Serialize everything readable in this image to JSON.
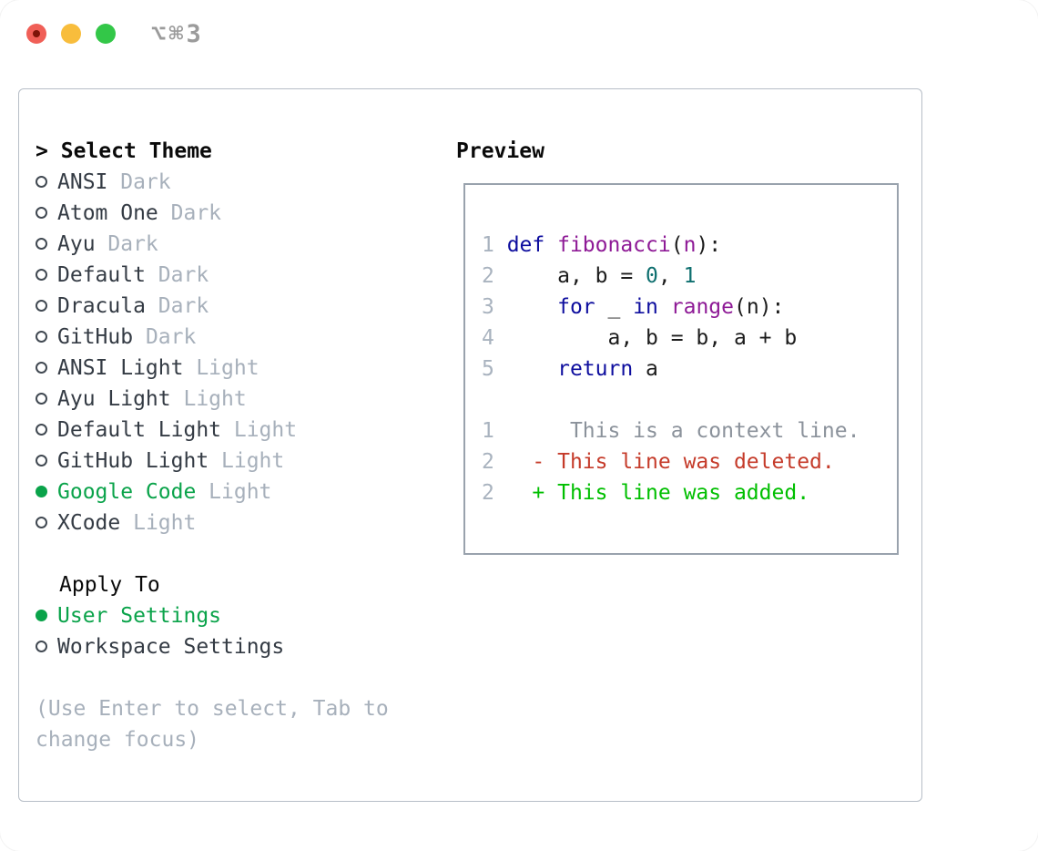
{
  "window": {
    "title": "⌥⌘3"
  },
  "theme_section": {
    "header_prompt": ">",
    "header": "Select Theme",
    "items": [
      {
        "name": "ANSI",
        "tag": "Dark",
        "selected": false
      },
      {
        "name": "Atom One",
        "tag": "Dark",
        "selected": false
      },
      {
        "name": "Ayu",
        "tag": "Dark",
        "selected": false
      },
      {
        "name": "Default",
        "tag": "Dark",
        "selected": false
      },
      {
        "name": "Dracula",
        "tag": "Dark",
        "selected": false
      },
      {
        "name": "GitHub",
        "tag": "Dark",
        "selected": false
      },
      {
        "name": "ANSI Light",
        "tag": "Light",
        "selected": false
      },
      {
        "name": "Ayu Light",
        "tag": "Light",
        "selected": false
      },
      {
        "name": "Default Light",
        "tag": "Light",
        "selected": false
      },
      {
        "name": "GitHub Light",
        "tag": "Light",
        "selected": false
      },
      {
        "name": "Google Code",
        "tag": "Light",
        "selected": true
      },
      {
        "name": "XCode",
        "tag": "Light",
        "selected": false
      }
    ]
  },
  "apply_section": {
    "header": "Apply To",
    "items": [
      {
        "name": "User Settings",
        "selected": true
      },
      {
        "name": "Workspace Settings",
        "selected": false
      }
    ]
  },
  "help_text": "(Use Enter to select, Tab to change focus)",
  "preview": {
    "header": "Preview",
    "code_lines": [
      {
        "num": "1",
        "tokens": [
          {
            "text": "def ",
            "style": "keyword"
          },
          {
            "text": "fibonacci",
            "style": "type"
          },
          {
            "text": "(",
            "style": "plain"
          },
          {
            "text": "n",
            "style": "type"
          },
          {
            "text": "):",
            "style": "plain"
          }
        ]
      },
      {
        "num": "2",
        "tokens": [
          {
            "text": "    a, b = ",
            "style": "plain"
          },
          {
            "text": "0",
            "style": "literal"
          },
          {
            "text": ", ",
            "style": "plain"
          },
          {
            "text": "1",
            "style": "literal"
          }
        ]
      },
      {
        "num": "3",
        "tokens": [
          {
            "text": "    ",
            "style": "plain"
          },
          {
            "text": "for",
            "style": "keyword"
          },
          {
            "text": " _ ",
            "style": "plain"
          },
          {
            "text": "in",
            "style": "keyword"
          },
          {
            "text": " ",
            "style": "plain"
          },
          {
            "text": "range",
            "style": "type"
          },
          {
            "text": "(n):",
            "style": "plain"
          }
        ]
      },
      {
        "num": "4",
        "tokens": [
          {
            "text": "        a, b = b, a + b",
            "style": "plain"
          }
        ]
      },
      {
        "num": "5",
        "tokens": [
          {
            "text": "    ",
            "style": "plain"
          },
          {
            "text": "return",
            "style": "keyword"
          },
          {
            "text": " a",
            "style": "plain"
          }
        ]
      }
    ],
    "diff_lines": [
      {
        "num": "1",
        "tokens": [
          {
            "text": "     This is a context line.",
            "style": "context"
          }
        ]
      },
      {
        "num": "2",
        "tokens": [
          {
            "text": "  - This line was deleted.",
            "style": "deleted"
          }
        ]
      },
      {
        "num": "2",
        "tokens": [
          {
            "text": "  + This line was added.",
            "style": "added"
          }
        ]
      }
    ]
  },
  "colors": {
    "accent": "#0aa34a",
    "added": "#00bf00",
    "deleted": "#c53b2a",
    "kw": "#0d0d9e",
    "typ": "#8e1a96",
    "lit": "#0e6f6f",
    "plain": "#1c1c1c",
    "ctx": "#8b929b",
    "lnum": "#a9b3bf",
    "tag": "#a7b0bb",
    "muted": "#a7b0bb",
    "text": "#343b44",
    "header": "#0a0a0a",
    "ring": "#414952",
    "panel-border": "#b7bec7",
    "preview-border": "#99a2ad",
    "title-gray": "#9b9b9b",
    "light-red": "#f05f57",
    "light-red-dot": "#7d1408",
    "light-yellow": "#f8bd3c",
    "light-green": "#33c748"
  }
}
